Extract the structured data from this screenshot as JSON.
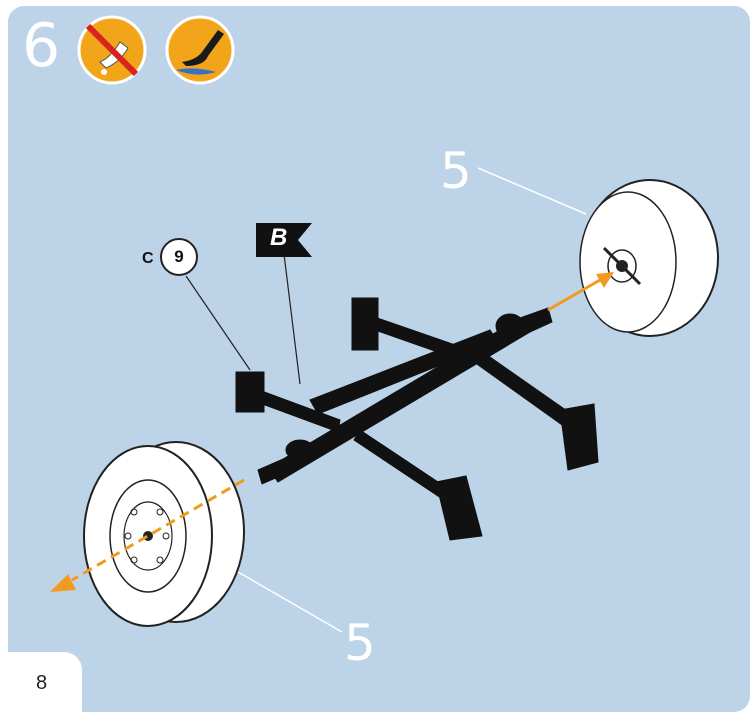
{
  "step": {
    "number": "6"
  },
  "icons": [
    {
      "name": "no-glue-icon",
      "meaning": "no glue"
    },
    {
      "name": "paint-icon",
      "meaning": "paint"
    }
  ],
  "labels": {
    "part_top": "5",
    "part_bottom": "5",
    "sprue_letter": "C",
    "part_number": "9",
    "sprue_flag": "B"
  },
  "page": {
    "number": "8"
  },
  "colors": {
    "panel": "#bcd3e8",
    "icon_badge": "#f2a518",
    "arrow": "#f29a1f",
    "part": "#111111"
  }
}
